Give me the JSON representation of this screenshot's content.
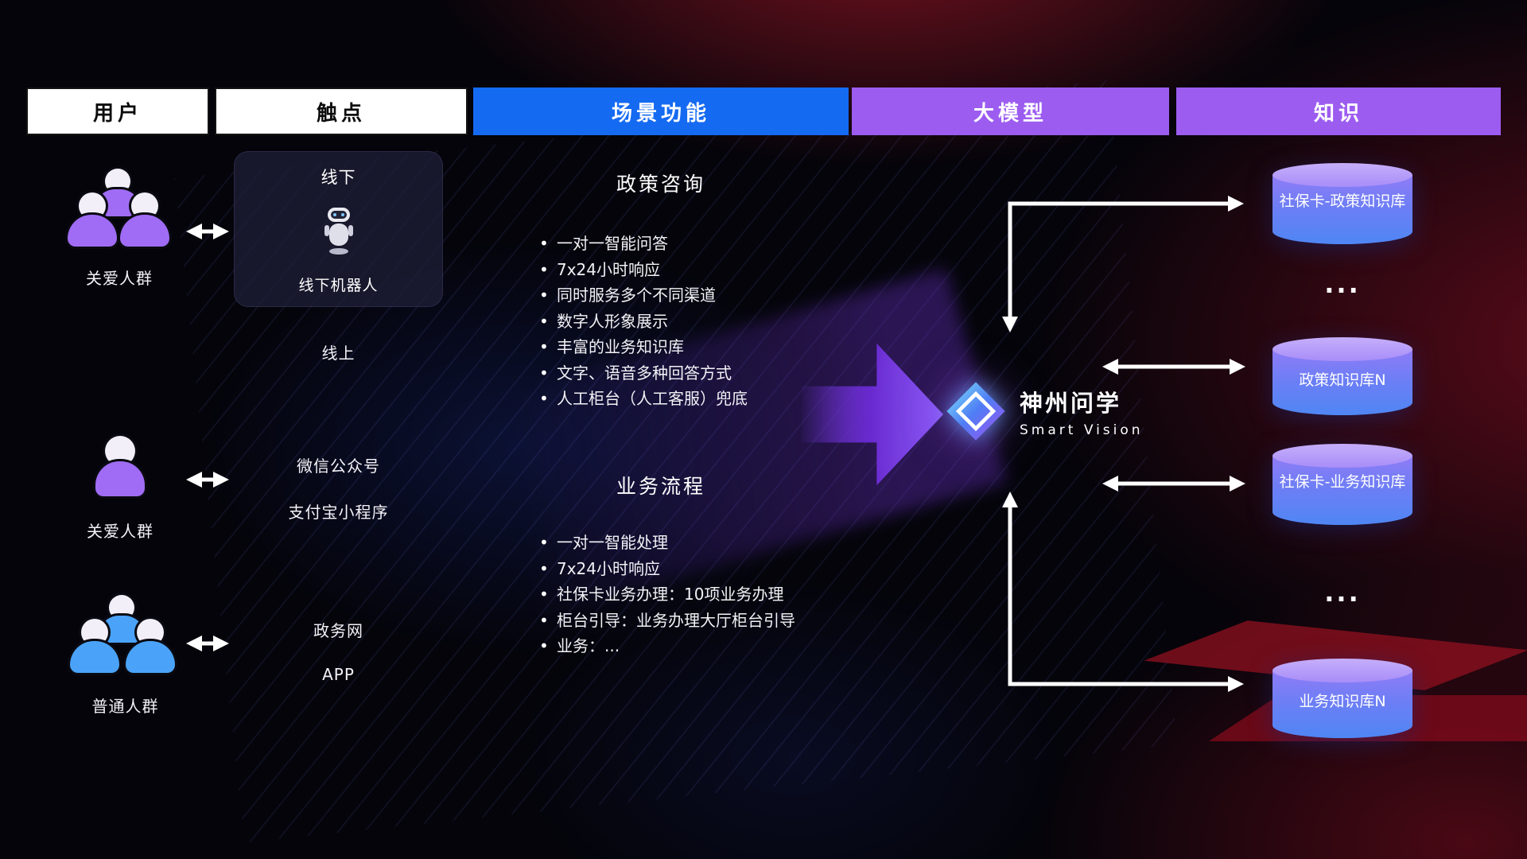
{
  "header": {
    "columns": [
      {
        "label": "用户"
      },
      {
        "label": "触点"
      },
      {
        "label": "场景功能"
      },
      {
        "label": "大模型"
      },
      {
        "label": "知识"
      }
    ]
  },
  "users": [
    {
      "label": "关爱人群"
    },
    {
      "label": "关爱人群"
    },
    {
      "label": "普通人群"
    }
  ],
  "touchpoints": {
    "offline_title": "线下",
    "offline_robot": "线下机器人",
    "online_title": "线上",
    "wechat": "微信公众号",
    "alipay": "支付宝小程序",
    "gov": "政务网",
    "app": "APP"
  },
  "scenarios": {
    "policy": {
      "title": "政策咨询",
      "items": [
        "一对一智能问答",
        "7x24小时响应",
        "同时服务多个不同渠道",
        "数字人形象展示",
        "丰富的业务知识库",
        "文字、语音多种回答方式",
        "人工柜台（人工客服）兜底"
      ]
    },
    "business": {
      "title": "业务流程",
      "items": [
        "一对一智能处理",
        "7x24小时响应",
        "社保卡业务办理：10项业务办理",
        "柜台引导：业务办理大厅柜台引导",
        "业务：..."
      ]
    }
  },
  "model": {
    "name": "神州问学",
    "subtitle": "Smart Vision"
  },
  "knowledge": {
    "databases": [
      "社保卡-政策知识库",
      "政策知识库N",
      "社保卡-业务知识库",
      "业务知识库N"
    ],
    "ellipsis": "..."
  },
  "colors": {
    "header_blue": "#156af2",
    "header_purple": "#9c5cf0",
    "flow_arrow_purple": "#8b5cf6",
    "db_top": "#b7a0fa",
    "db_bottom": "#4f86f4",
    "people_purple": "#a06cf5",
    "people_blue": "#4aa3f8",
    "background_red": "#c8142d",
    "connector_white": "#ffffff"
  }
}
